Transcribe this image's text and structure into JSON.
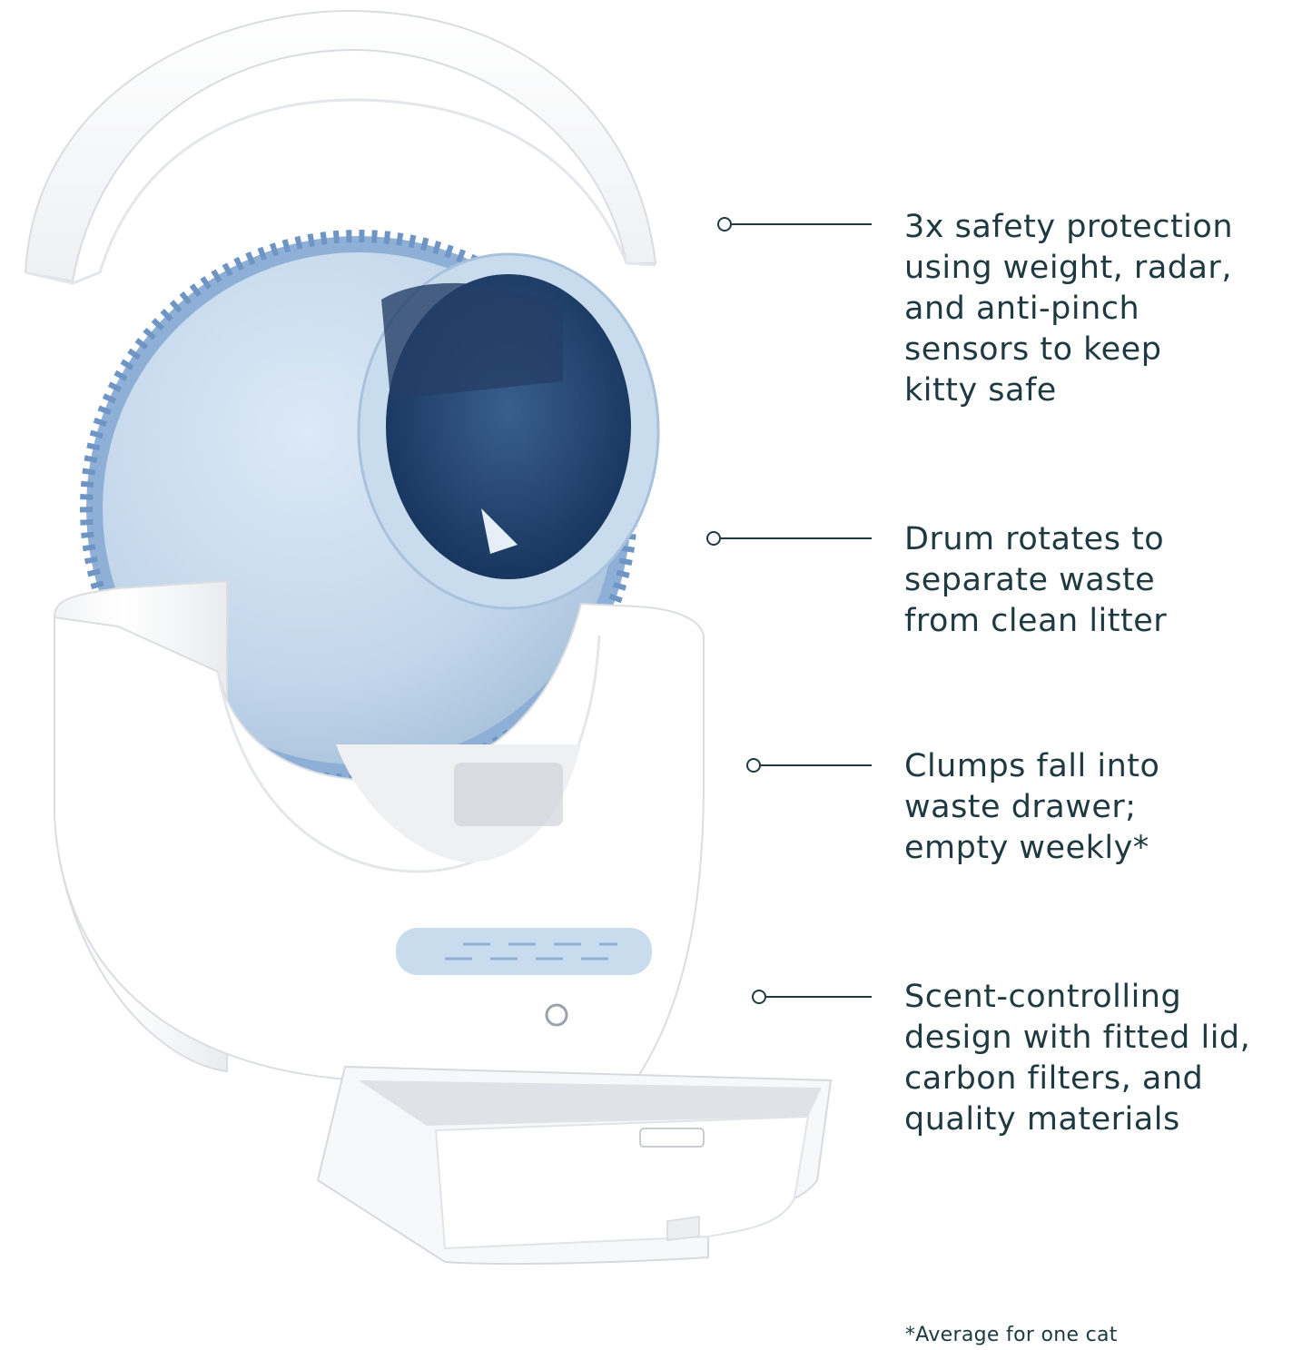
{
  "callouts": [
    {
      "text": "3x safety protection\nusing weight, radar,\nand anti-pinch\nsensors to keep\nkitty safe"
    },
    {
      "text": "Drum rotates to\nseparate waste\nfrom clean litter"
    },
    {
      "text": "Clumps fall into\nwaste drawer;\nempty weekly*"
    },
    {
      "text": "Scent-controlling\ndesign with fitted lid,\ncarbon filters, and\nquality materials"
    }
  ],
  "footnote": "*Average for one cat",
  "colors": {
    "text": "#1e3a40",
    "drum": "#c9dcee",
    "drum_interior": "#1d3d63",
    "housing": "#ffffff"
  }
}
